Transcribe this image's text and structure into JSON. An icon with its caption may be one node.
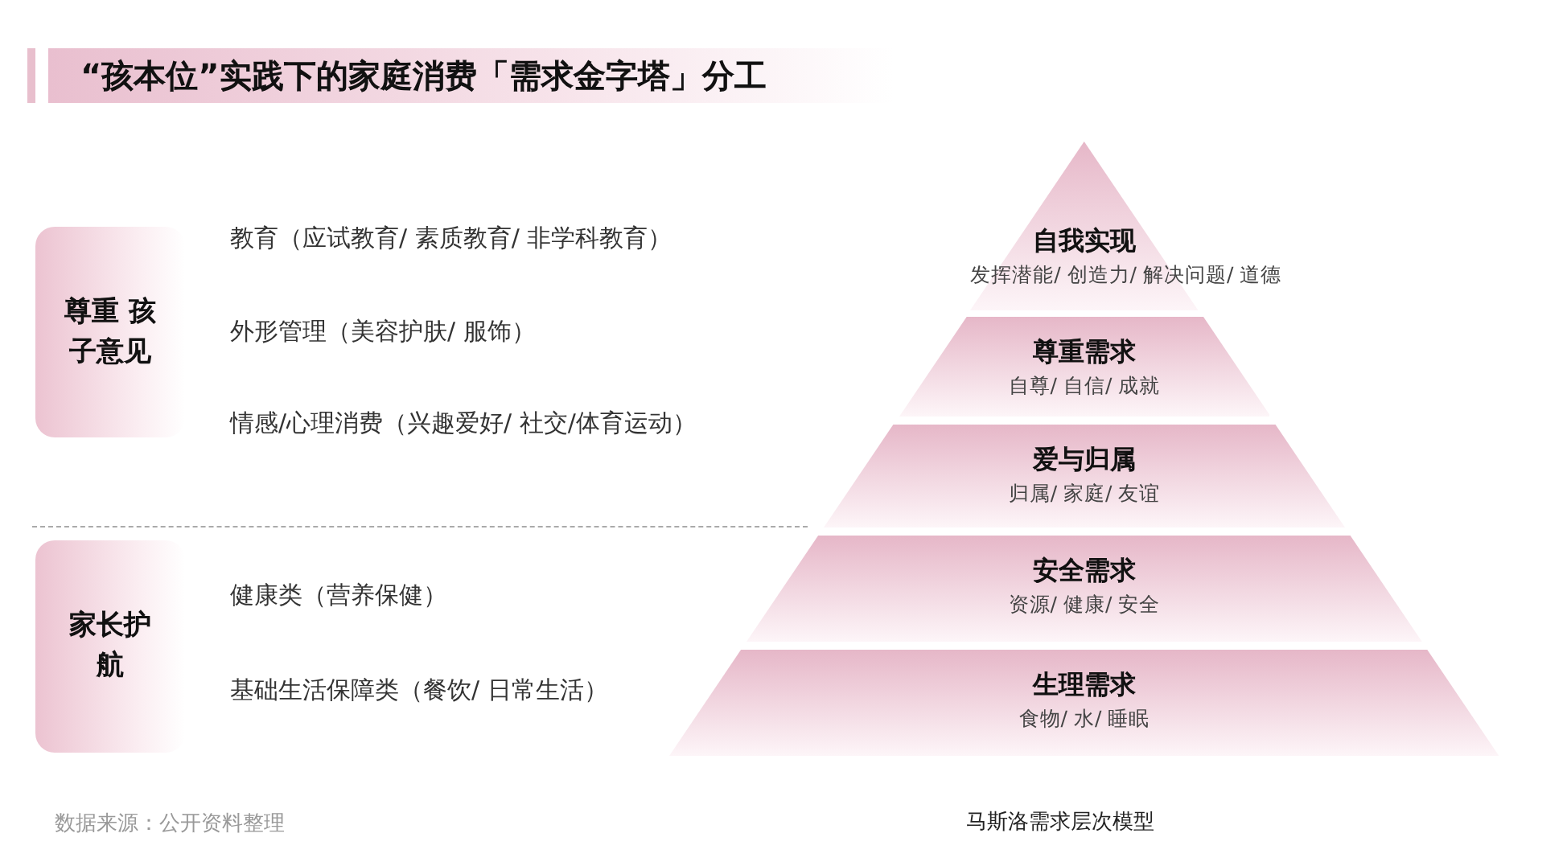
{
  "diagram": {
    "title": "“孩本位”实践下的家庭消费「需求金字塔」分工",
    "caption": "马斯洛需求层次模型",
    "nodes": [
      {
        "text": [
          "尊重 孩子意见"
        ]
      },
      {
        "text": [
          "家长护航"
        ]
      },
      {
        "text": [
          "自我实现",
          "发挥潜能/ 创造力/ 解决问题/ 道德"
        ]
      },
      {
        "text": [
          "尊重需求",
          "自尊/ 自信/ 成就"
        ]
      },
      {
        "text": [
          "爱与归属",
          "归属/ 家庭/ 友谊"
        ]
      },
      {
        "text": [
          "安全需求",
          "资源/ 健康/ 安全"
        ]
      },
      {
        "text": [
          "生理需求",
          "食物/ 水/ 睡眠"
        ]
      }
    ],
    "labels": [
      "教育（应试教育/ 素质教育/ 非学科教育）",
      "外形管理（美容护肤/ 服饰）",
      "情感/心理消费（兴趣爱好/ 社交/体育运动）",
      "健康类（营养保健）",
      "基础生活保障类（餐饮/ 日常生活）",
      "数据来源：公开资料整理"
    ]
  }
}
